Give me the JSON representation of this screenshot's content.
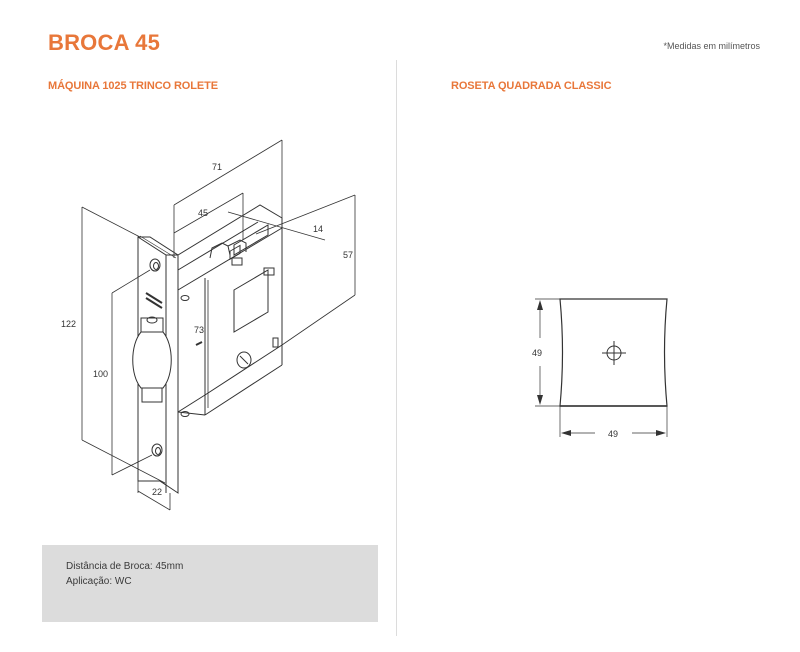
{
  "header": {
    "title": "BROCA 45",
    "note": "*Medidas em milímetros"
  },
  "left_section": {
    "title": "MÁQUINA 1025 TRINCO ROLETE",
    "drawing": {
      "type": "isometric-lock-mechanism",
      "dimensions": {
        "total_depth": "71",
        "backset": "45",
        "bolt_projection": "14",
        "case_height": "57",
        "faceplate_height": "122",
        "screw_spacing": "100",
        "handle_to_latch": "73",
        "faceplate_width": "22"
      }
    },
    "info": {
      "line1": "Distância de Broca: 45mm",
      "line2": "Aplicação: WC"
    }
  },
  "right_section": {
    "title": "ROSETA QUADRADA CLASSIC",
    "drawing": {
      "type": "square-rosette-front-view",
      "dimensions": {
        "height": "49",
        "width": "49"
      }
    }
  },
  "colors": {
    "accent": "#E8773A",
    "info_bg": "#DCDCDC",
    "divider": "#DCDCDC",
    "line": "#333333"
  }
}
